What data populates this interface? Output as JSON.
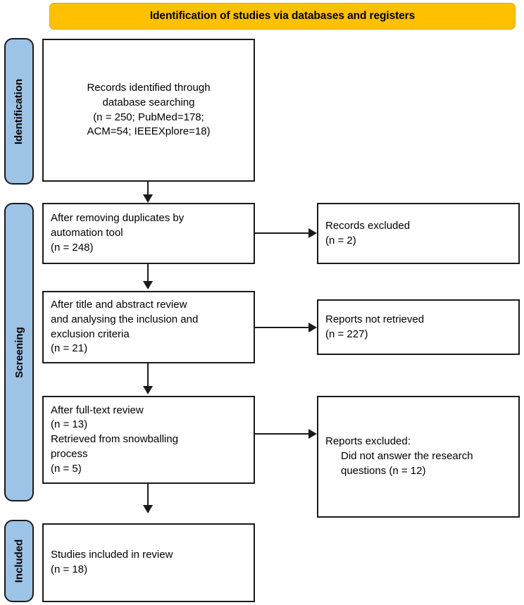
{
  "banner": {
    "title": "Identification of studies via databases and registers",
    "color": "#FFC000"
  },
  "stages": {
    "color": "#9DC3E6",
    "identification": "Identification",
    "screening": "Screening",
    "included": "Included"
  },
  "nodes": {
    "identified": {
      "name": "records-identified",
      "lines": [
        "Records identified through",
        "database searching",
        "(n = 250; PubMed=178;",
        "ACM=54; IEEEXplore=18)"
      ]
    },
    "duplicates": {
      "name": "after-removing-duplicates",
      "lines": [
        "After removing duplicates by",
        "automation tool",
        "(n = 248)"
      ]
    },
    "excluded1": {
      "name": "records-excluded",
      "lines": [
        "Records excluded",
        "(n = 2)"
      ]
    },
    "abstract": {
      "name": "after-title-abstract-review",
      "lines": [
        "After title and abstract review",
        "and analysing the inclusion and",
        "exclusion criteria",
        "(n = 21)"
      ]
    },
    "notretrieved": {
      "name": "reports-not-retrieved",
      "lines": [
        "Reports not retrieved",
        "(n = 227)"
      ]
    },
    "fulltext": {
      "name": "after-full-text-review",
      "lines": [
        "After full-text review",
        "(n = 13)",
        "Retrieved from snowballing",
        "process",
        "(n = 5)"
      ]
    },
    "excluded2": {
      "name": "reports-excluded",
      "lines": [
        "Reports excluded:",
        "Did not answer the research",
        "questions (n = 12)"
      ]
    },
    "included": {
      "name": "studies-included-in-review",
      "lines": [
        "Studies included in review",
        "(n = 18)"
      ]
    }
  }
}
